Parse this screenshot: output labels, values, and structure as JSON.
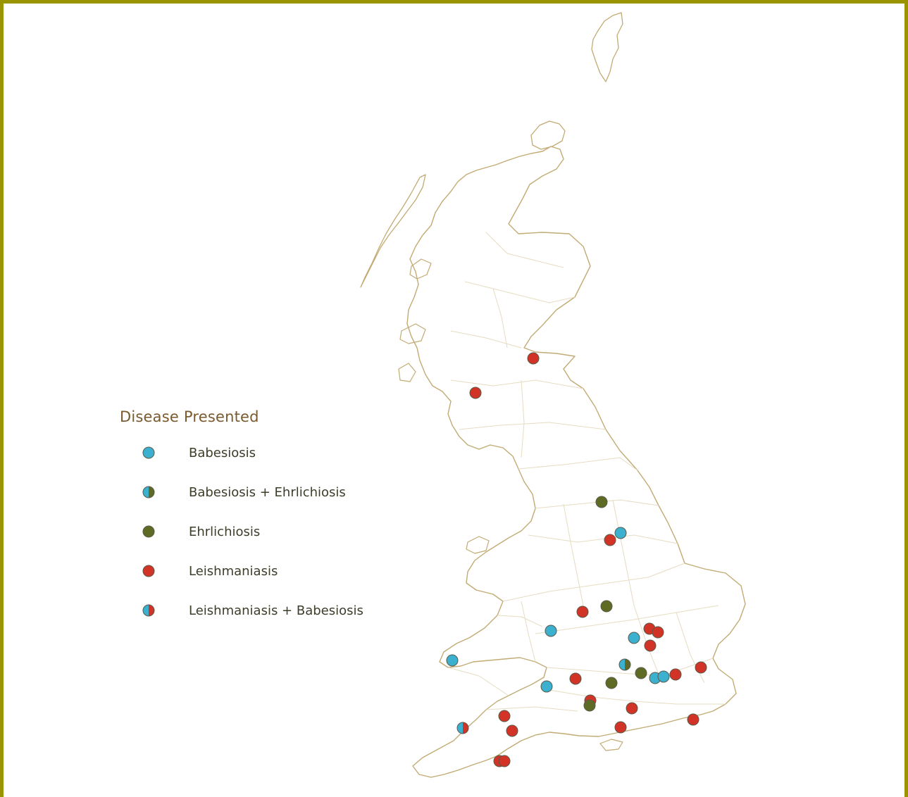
{
  "legend": {
    "title": "Disease Presented",
    "items": [
      {
        "key": "babesiosis",
        "label": "Babesiosis"
      },
      {
        "key": "babesiosis_ehrlichiosis",
        "label": "Babesiosis + Ehrlichiosis"
      },
      {
        "key": "ehrlichiosis",
        "label": "Ehrlichiosis"
      },
      {
        "key": "leishmaniasis",
        "label": "Leishmaniasis"
      },
      {
        "key": "leishmaniasis_babesiosis",
        "label": "Leishmaniasis + Babesiosis"
      }
    ]
  },
  "colors": {
    "babesiosis": "#3bb1cf",
    "ehrlichiosis": "#5e6b25",
    "leishmaniasis": "#d23327",
    "border": "#9a9400",
    "coastline": "#c2ab74",
    "region_lines": "#e6dcc2",
    "marker_outline": "#5a5a4a"
  }
}
